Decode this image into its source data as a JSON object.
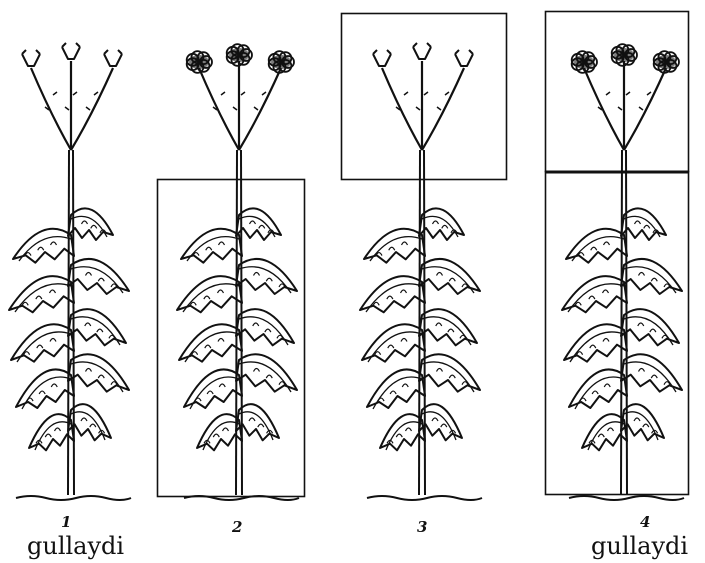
{
  "panels": [
    {
      "number": "1",
      "caption": "gullaydi"
    },
    {
      "number": "2",
      "caption": ""
    },
    {
      "number": "3",
      "caption": ""
    },
    {
      "number": "4",
      "caption": "gullaydi"
    }
  ],
  "colors": {
    "ink": "#111111",
    "paper": "#ffffff"
  }
}
